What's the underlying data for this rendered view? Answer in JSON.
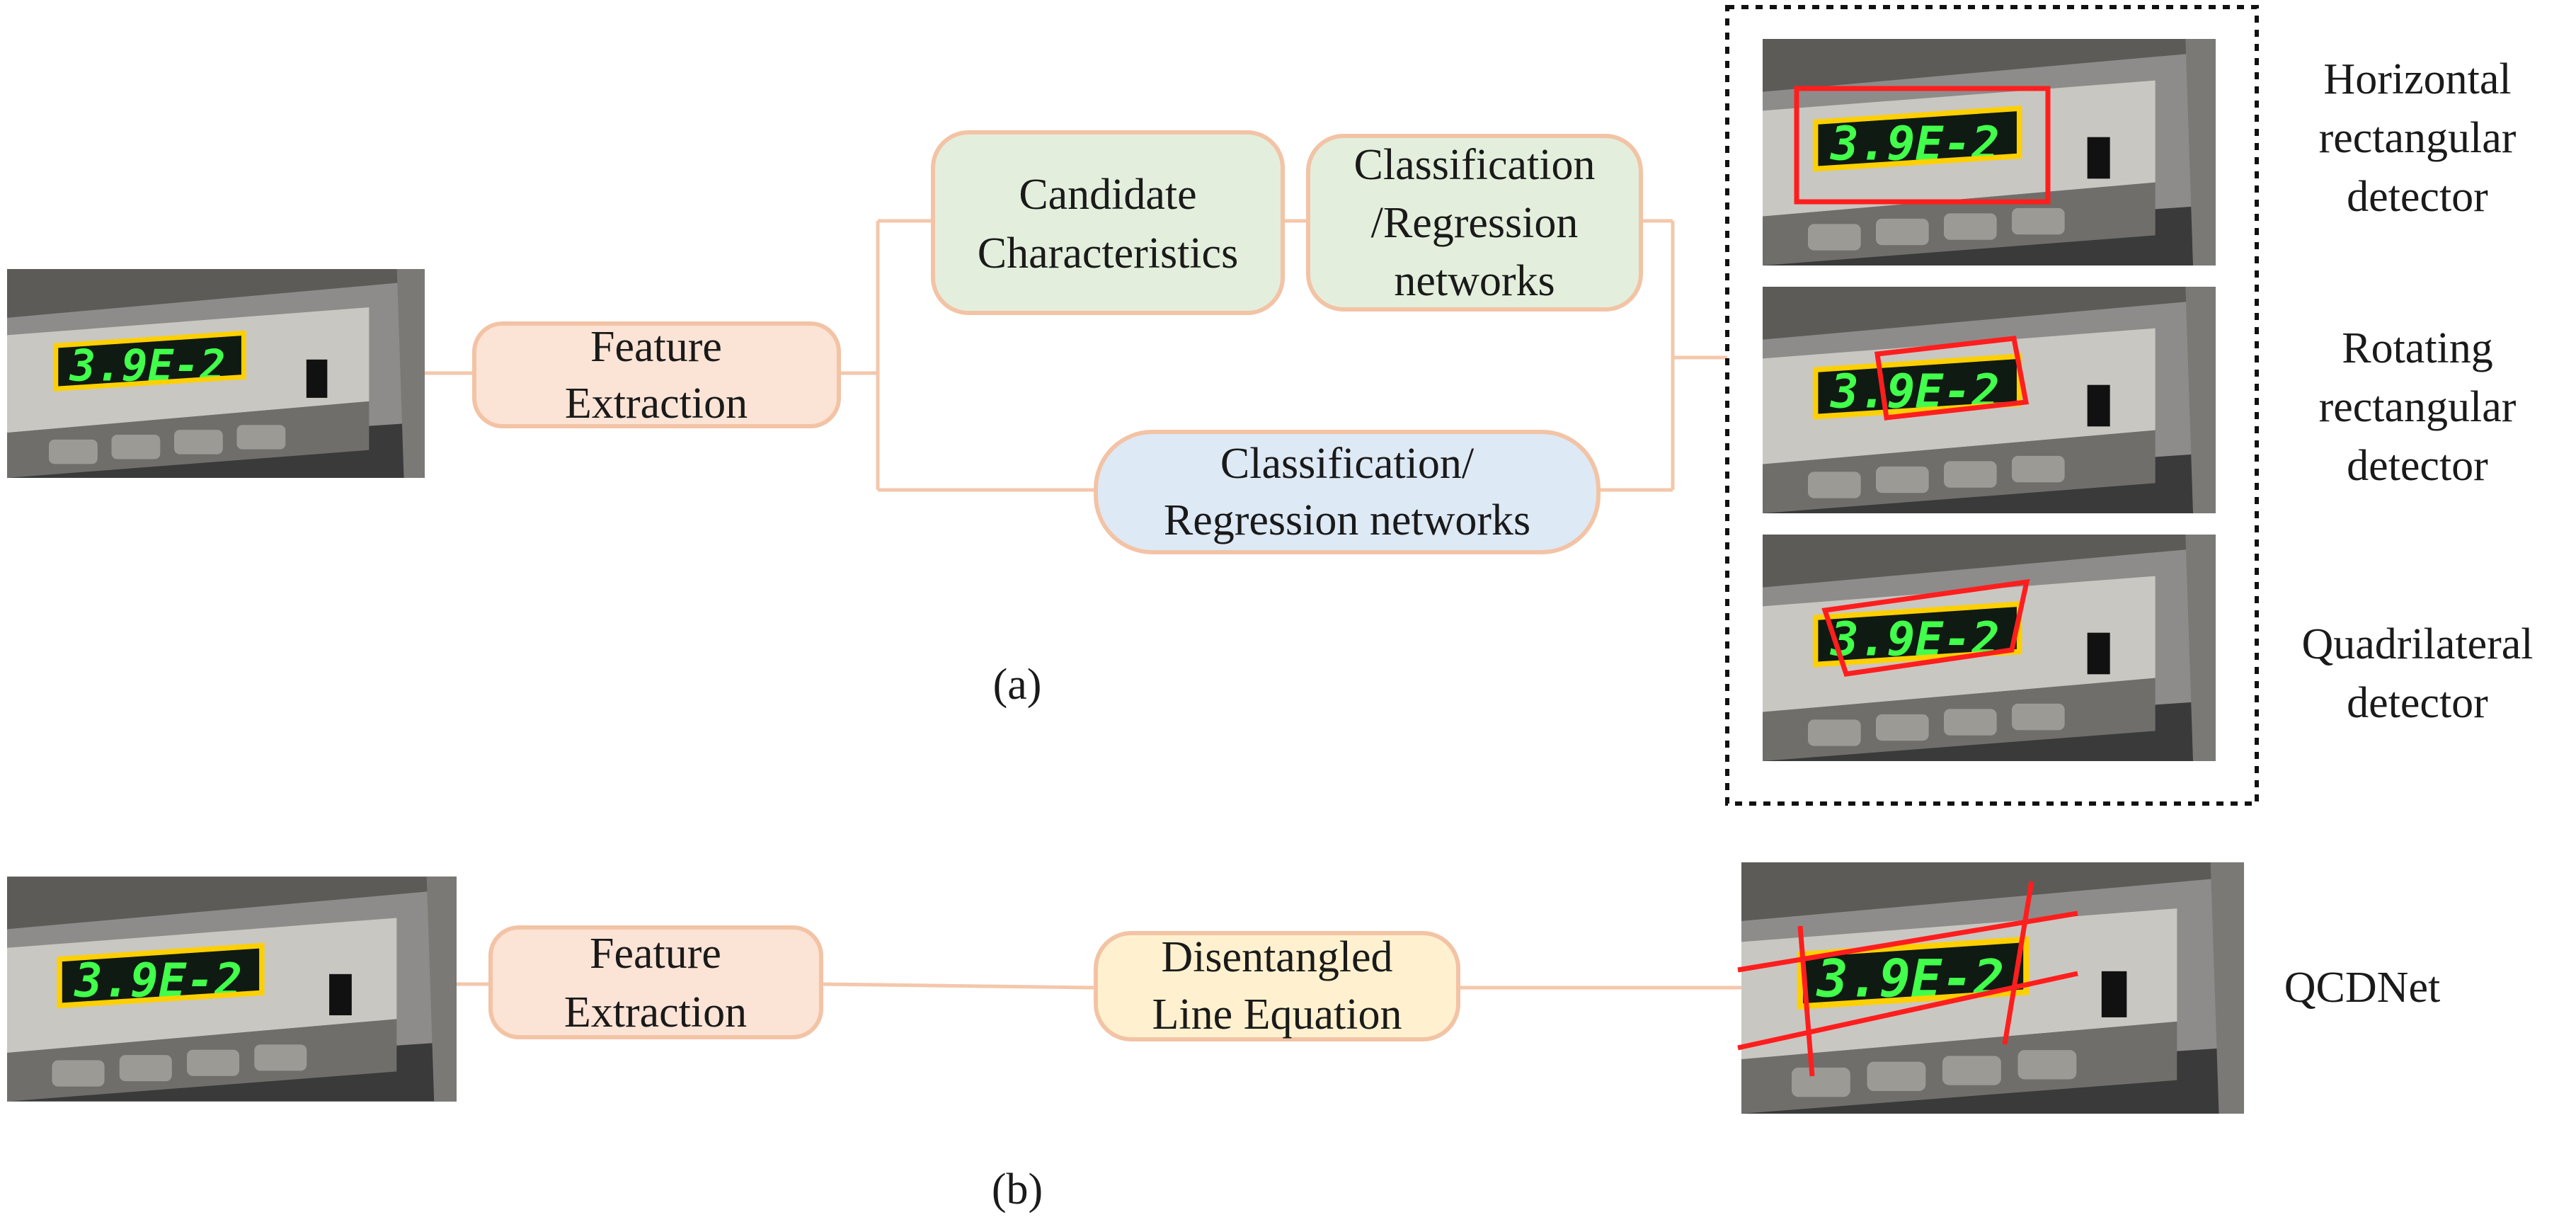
{
  "panel_a": {
    "feature_extraction": [
      "Feature",
      "Extraction"
    ],
    "candidate_characteristics": [
      "Candidate",
      "Characteristics"
    ],
    "classification_regression_top": [
      "Classification",
      "/Regression",
      "networks"
    ],
    "classification_regression_bottom": [
      "Classification/",
      "Regression networks"
    ],
    "caption": "(a)",
    "detectors": [
      {
        "label": [
          "Horizontal",
          "rectangular",
          "detector"
        ]
      },
      {
        "label": [
          "Rotating",
          "rectangular",
          "detector"
        ]
      },
      {
        "label": [
          "Quadrilateral",
          "detector"
        ]
      }
    ]
  },
  "panel_b": {
    "feature_extraction": [
      "Feature",
      "Extraction"
    ],
    "disentangled": [
      "Disentangled",
      "Line Equation"
    ],
    "method_label": "QCDNet",
    "caption": "(b)"
  },
  "display_reading": "3.9E-2",
  "colors": {
    "feature_box": "#fbe3d5",
    "candidate_box": "#e3efdc",
    "regression_box": "#dde9f5",
    "line_equation_box": "#fff1cf",
    "connector": "#f4c7ab",
    "detector_box": "#ff1e1e",
    "display_frame": "#ffd000",
    "digits": "#41ff4b"
  }
}
